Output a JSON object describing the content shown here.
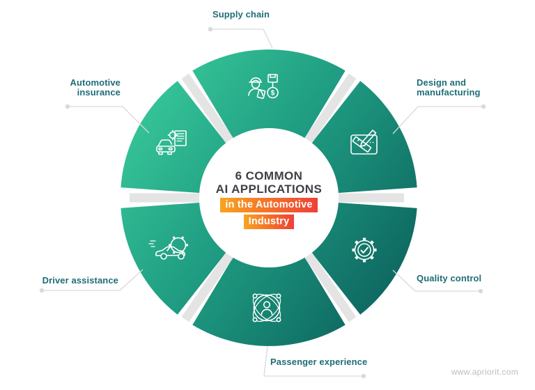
{
  "center": {
    "title_line1": "6 COMMON",
    "title_line2": "AI APPLICATIONS",
    "highlight_line1": "in the Automotive",
    "highlight_line2": "Industry"
  },
  "segments": [
    {
      "label": "Supply chain",
      "icon": "worker-package-dollar-icon",
      "position": "top"
    },
    {
      "label": "Design and manufacturing",
      "icon": "drafting-pad-pencil-ruler-icon",
      "position": "top-right"
    },
    {
      "label": "Quality control",
      "icon": "gear-checkmark-icon",
      "position": "bottom-right"
    },
    {
      "label": "Passenger experience",
      "icon": "person-network-icon",
      "position": "bottom"
    },
    {
      "label": "Driver assistance",
      "icon": "car-gear-icon",
      "position": "bottom-left"
    },
    {
      "label": "Automotive insurance",
      "icon": "car-document-gear-icon",
      "position": "top-left"
    }
  ],
  "watermark": "www.apriorit.com",
  "colors": {
    "ring_gradient_light": "#3BCE9D",
    "ring_gradient_mid": "#1E9A80",
    "ring_gradient_dark": "#0C615D",
    "label_teal": "#1E6D76",
    "title_gray": "#3E3E46",
    "highlight_orange": "#F8A31F",
    "highlight_red": "#EF4036",
    "divider_gray": "#E4E4E4",
    "connector_gray": "#D9D9D9",
    "icon_white": "#FFFFFF"
  }
}
